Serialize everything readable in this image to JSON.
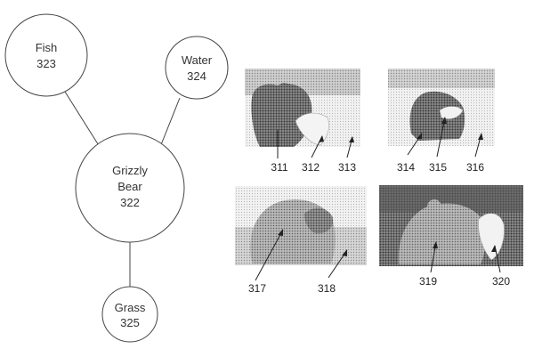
{
  "graph": {
    "nodes": [
      {
        "id": "fish",
        "label": "Fish",
        "number": "323"
      },
      {
        "id": "water",
        "label": "Water",
        "number": "324"
      },
      {
        "id": "grizzly",
        "label": "Grizzly Bear",
        "line1": "Grizzly",
        "line2": "Bear",
        "number": "322"
      },
      {
        "id": "grass",
        "label": "Grass",
        "number": "325"
      }
    ],
    "edges": [
      {
        "from": "fish",
        "to": "grizzly"
      },
      {
        "from": "water",
        "to": "grizzly"
      },
      {
        "from": "grizzly",
        "to": "grass"
      }
    ]
  },
  "photos": [
    {
      "id": "photo-1",
      "refs": [
        "311",
        "312",
        "313"
      ]
    },
    {
      "id": "photo-2",
      "refs": [
        "314",
        "315",
        "316"
      ]
    },
    {
      "id": "photo-3",
      "refs": [
        "317",
        "318"
      ]
    },
    {
      "id": "photo-4",
      "refs": [
        "319",
        "320"
      ]
    }
  ]
}
